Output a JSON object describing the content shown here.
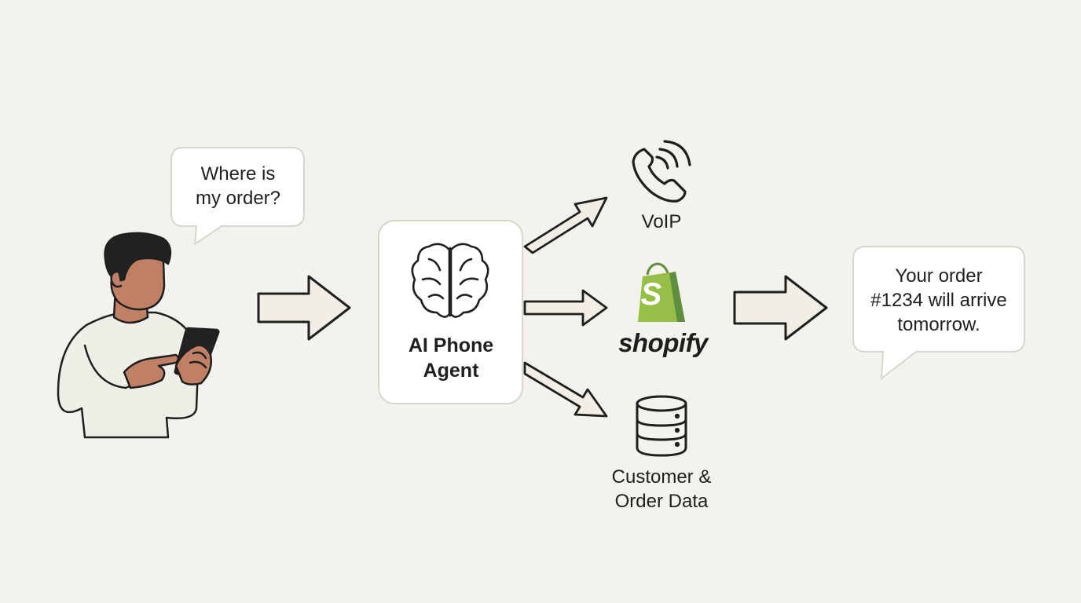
{
  "bubble_left": {
    "text": "Where is\nmy order?"
  },
  "agent": {
    "label": "AI Phone\nAgent"
  },
  "integrations": {
    "voip": {
      "label": "VoIP",
      "icon": "phone-signal-icon"
    },
    "shopify": {
      "label": "shopify",
      "logo_letter": "S",
      "icon": "shopify-bag-icon",
      "color": "#95bf47"
    },
    "database": {
      "label": "Customer &\nOrder Data",
      "icon": "database-icon"
    }
  },
  "bubble_right": {
    "text": "Your order\n#1234 will arrive\ntomorrow."
  },
  "colors": {
    "background": "#f3f2ec",
    "stroke": "#1f1f1f",
    "arrow_fill": "#f1efe5",
    "card": "#ffffff",
    "skin": "#c08066",
    "hair": "#222222",
    "shirt": "#efeee7",
    "shopify_green": "#95bf47"
  }
}
